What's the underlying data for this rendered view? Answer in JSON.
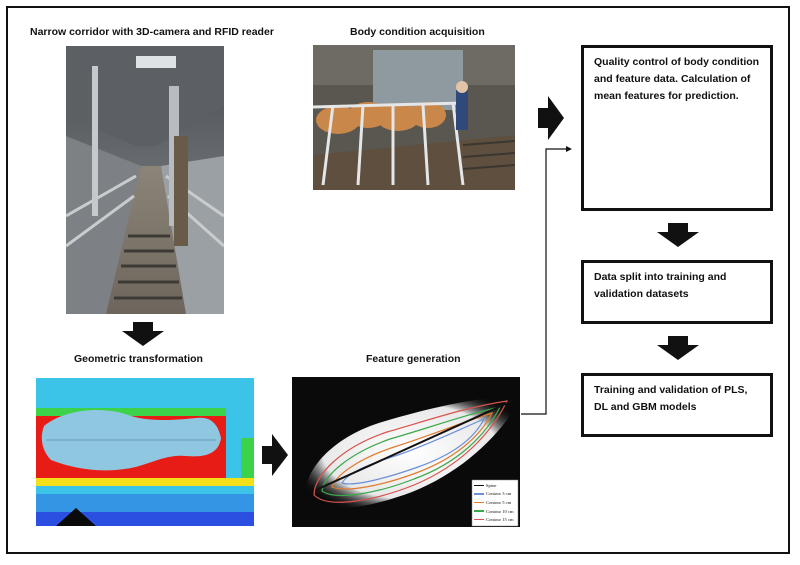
{
  "titles": {
    "corridor": "Narrow corridor with 3D-camera and RFID reader",
    "acquisition": "Body condition acquisition",
    "transform": "Geometric transformation",
    "features": "Feature generation"
  },
  "boxes": {
    "quality": "Quality control of body condition and feature data. Calculation of mean features for prediction.",
    "split": "Data split into training and validation datasets",
    "models": "Training and validation of PLS, DL and GBM models"
  },
  "legend": {
    "items": [
      "Spine",
      "Contour 3 cm",
      "Contour 5 cm",
      "Contour 10 cm",
      "Contour 15 cm"
    ],
    "colors": [
      "#111111",
      "#6a8fd6",
      "#e07b2e",
      "#3aa84a",
      "#d9534f"
    ]
  },
  "colors": {
    "line": "#111111",
    "heat_red": "#e81c16",
    "heat_blue": "#2b4fe0",
    "heat_cyan": "#3cc4e8",
    "heat_yellow": "#f4e01a",
    "heat_green": "#3cd24a",
    "body": "#8fc6e0"
  }
}
